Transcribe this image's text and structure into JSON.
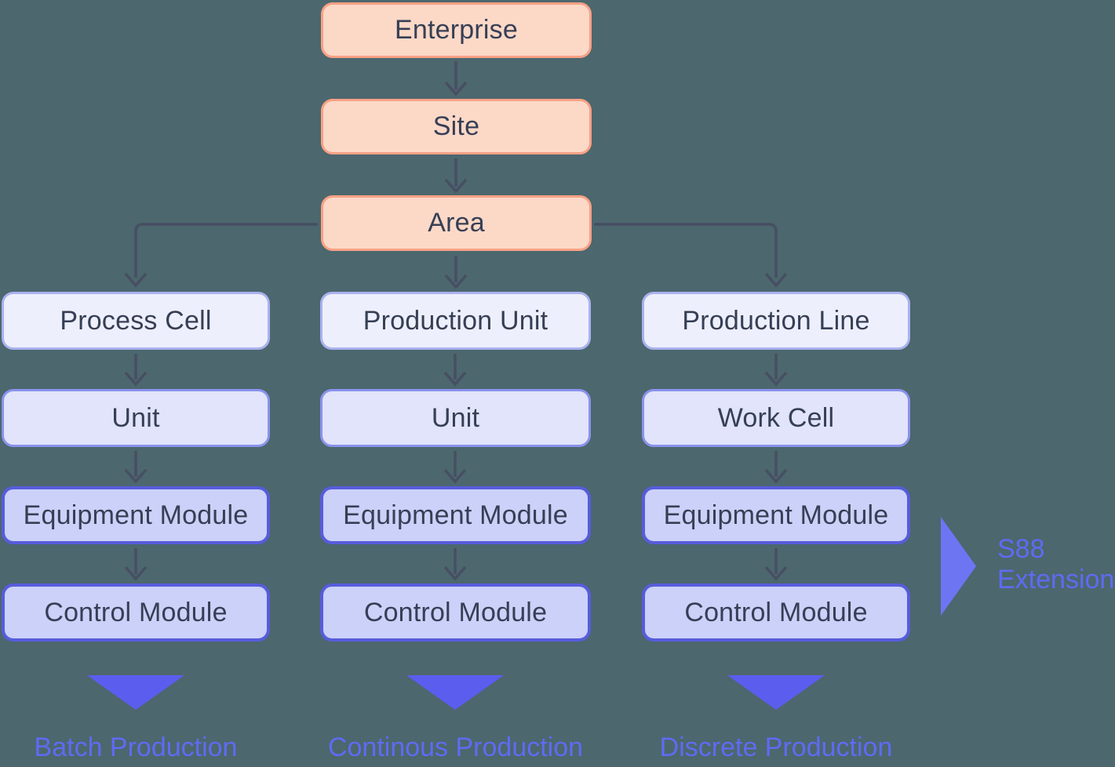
{
  "colors": {
    "bg": "#4C676E",
    "peach_fill": "#FCD8C7",
    "peach_border": "#F8A185",
    "lv1_fill": "#EEEFFC",
    "lv1_border": "#A9B1EF",
    "lv2_fill": "#E1E4FA",
    "lv2_border": "#8A92EB",
    "lv3_fill": "#CBD1F8",
    "lv3_border": "#575CDB",
    "text": "#363F55",
    "connector": "#474F62",
    "accent": "#5B5DEF",
    "accent_text": "#5E6BF3",
    "s88_arrow": "#6D75F3"
  },
  "top_chain": [
    {
      "label": "Enterprise"
    },
    {
      "label": "Site"
    },
    {
      "label": "Area"
    }
  ],
  "columns": [
    {
      "boxes": [
        "Process Cell",
        "Unit",
        "Equipment Module",
        "Control Module"
      ],
      "footer": "Batch Production"
    },
    {
      "boxes": [
        "Production Unit",
        "Unit",
        "Equipment Module",
        "Control Module"
      ],
      "footer": "Continous Production"
    },
    {
      "boxes": [
        "Production Line",
        "Work Cell",
        "Equipment Module",
        "Control Module"
      ],
      "footer": "Discrete Production"
    }
  ],
  "s88": {
    "line1": "S88",
    "line2": "Extension"
  }
}
